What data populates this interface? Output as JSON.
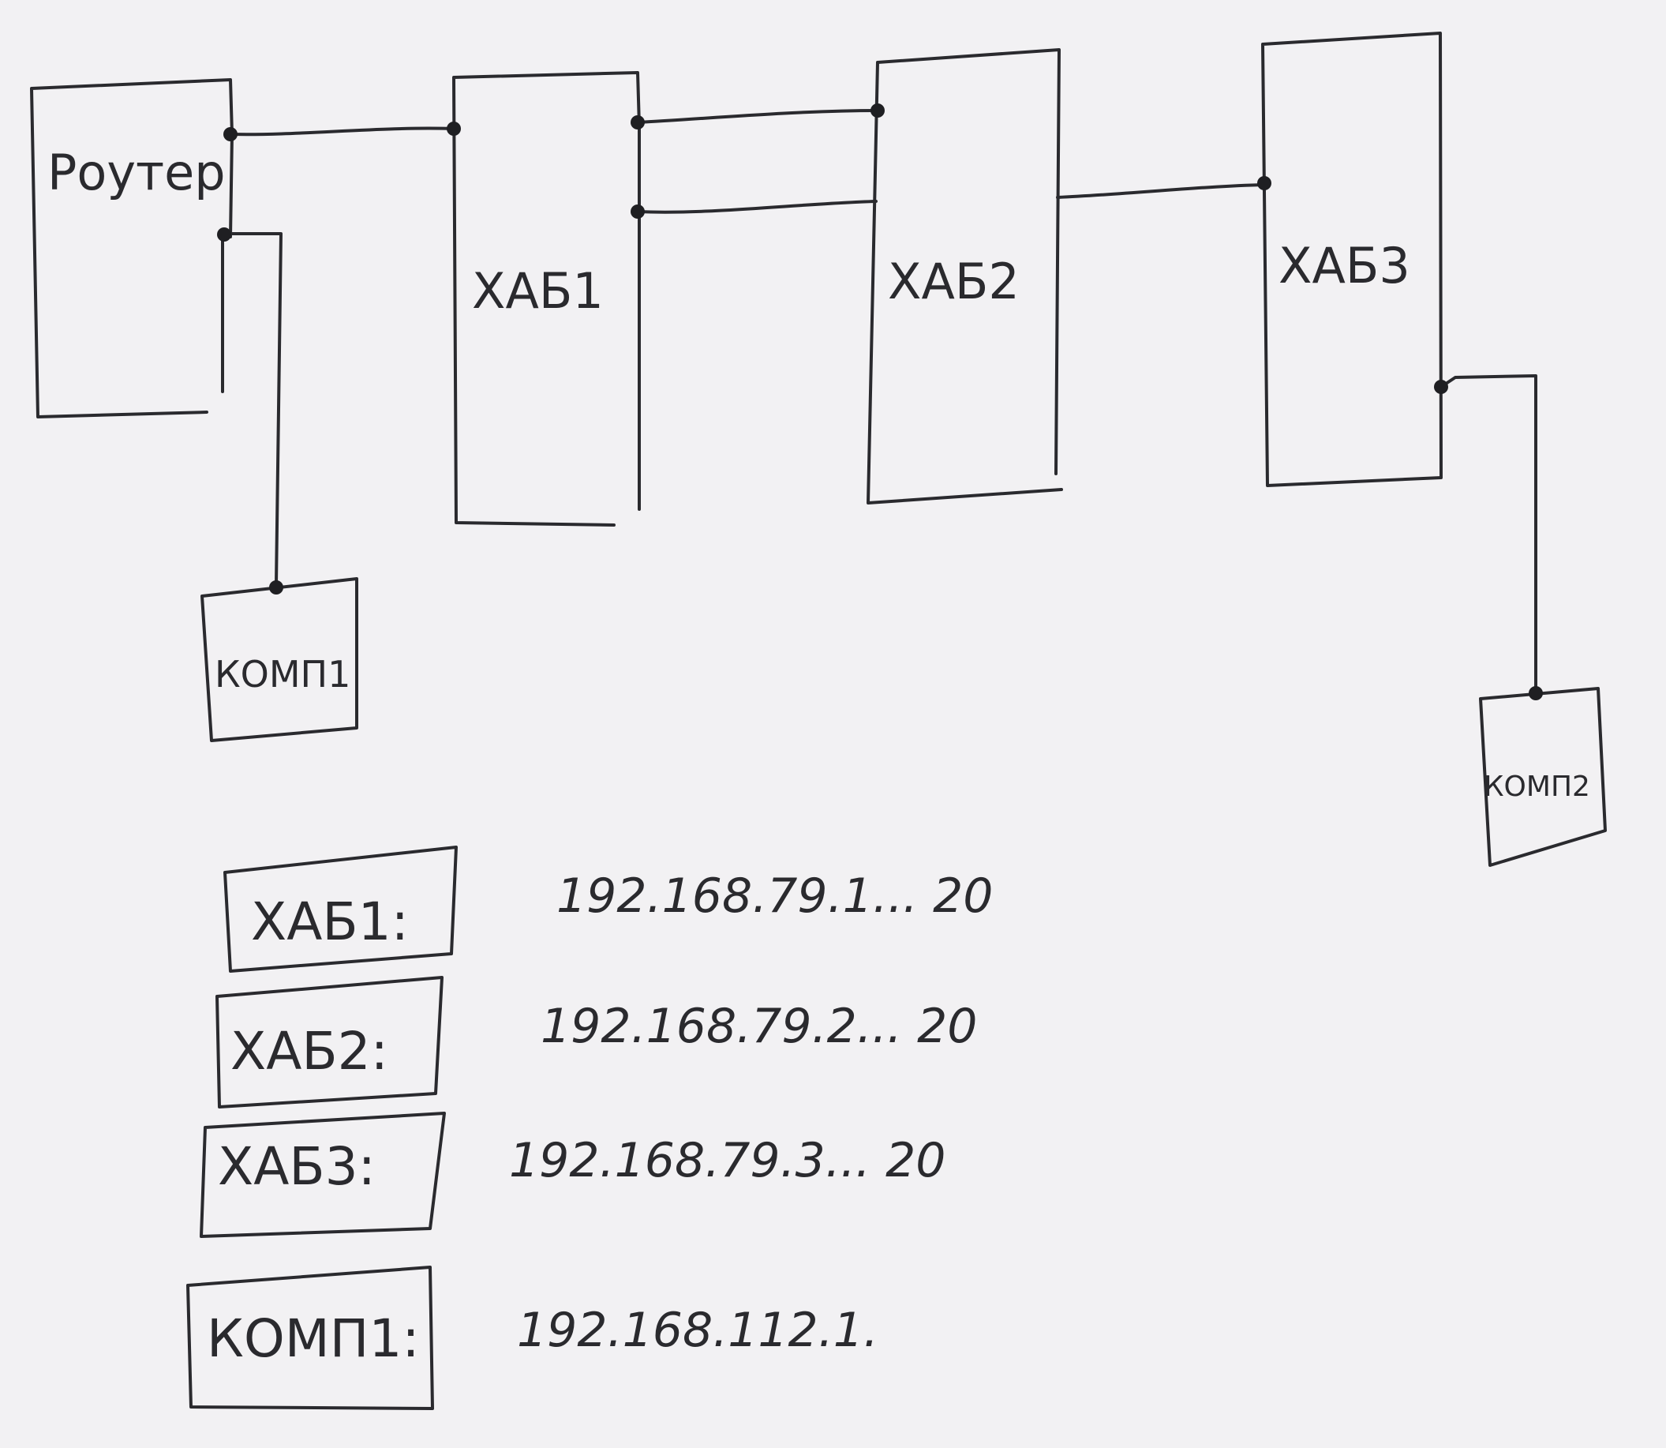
{
  "diagram": {
    "nodes": {
      "router": "Роутер",
      "hub1": "ХАБ1",
      "hub2": "ХАБ2",
      "hub3": "ХАБ3",
      "comp1": "КОМП1",
      "comp2": "КОМП2"
    },
    "connections": [
      [
        "router",
        "hub1"
      ],
      [
        "router",
        "comp1"
      ],
      [
        "hub1",
        "hub2"
      ],
      [
        "hub1",
        "hub2"
      ],
      [
        "hub2",
        "hub3"
      ],
      [
        "hub3",
        "comp2"
      ]
    ]
  },
  "address_table": [
    {
      "label": "ХАБ1:",
      "value": "192.168.79.1... 20"
    },
    {
      "label": "ХАБ2:",
      "value": "192.168.79.2... 20"
    },
    {
      "label": "ХАБ3:",
      "value": "192.168.79.3... 20"
    },
    {
      "label": "КОМП1:",
      "value": "192.168.112.1."
    }
  ]
}
